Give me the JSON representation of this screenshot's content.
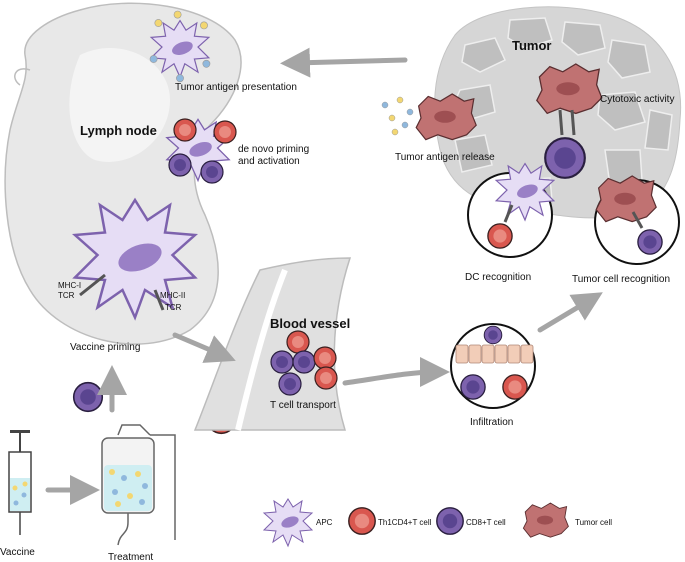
{
  "labels": {
    "lymph_node": "Lymph node",
    "tumor": "Tumor",
    "blood_vessel": "Blood vessel",
    "tumor_antigen_presentation": "Tumor antigen presentation",
    "de_novo_line1": "de novo priming",
    "de_novo_line2": "and activation",
    "vaccine_priming": "Vaccine priming",
    "mhc_i": "MHC-I",
    "tcr_left": "TCR",
    "mhc_ii": "MHC-II",
    "tcr_right": "TCR",
    "tumor_antigen_release": "Tumor antigen release",
    "cytotoxic_activity": "Cytotoxic activity",
    "dc_recognition": "DC recognition",
    "tumor_cell_recognition": "Tumor cell recognition",
    "t_cell_transport": "T cell transport",
    "infiltration": "Infiltration",
    "vaccine": "Vaccine",
    "treatment": "Treatment"
  },
  "legend": {
    "apc": "APC",
    "th1": "Th1CD4+T cell",
    "cd8": "CD8+T cell",
    "tumor_cell": "Tumor cell"
  },
  "colors": {
    "apc_fill": "#e6ddf5",
    "apc_nucleus": "#9a80c6",
    "th1_outer": "#d9574f",
    "th1_inner": "#e98a80",
    "cd8_outer": "#7d62ad",
    "cd8_inner": "#5a4590",
    "tumor_cell": "#c07272",
    "tumor_nucleus": "#9e4f52",
    "tumor_mass": "#d6d6d6",
    "arrow": "#a5a5a5",
    "antigen_blue": "#8fb8dd",
    "antigen_yellow": "#f3d772"
  }
}
